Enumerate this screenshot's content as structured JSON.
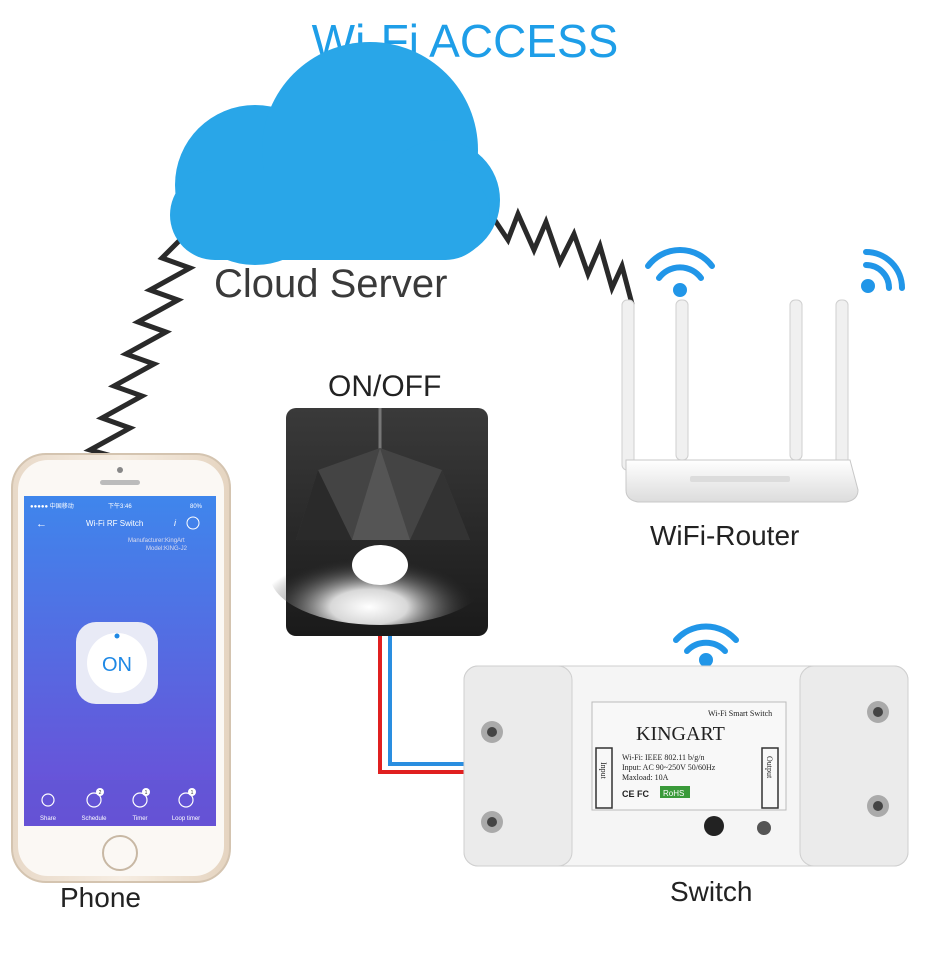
{
  "title": "Wi-Fi ACCESS",
  "labels": {
    "cloud": "Cloud Server",
    "onoff": "ON/OFF",
    "router": "WiFi-Router",
    "phone": "Phone",
    "switch": "Switch"
  },
  "phone_app": {
    "status_left": "●●●●● 中国移动",
    "status_time": "下午3:46",
    "status_battery": "80%",
    "screen_title": "Wi-Fi RF Switch",
    "manufacturer": "Manufacturer:KingArt",
    "model": "Model:KING-J2",
    "power_button": "ON",
    "bottom_nav": [
      {
        "label": "Share",
        "icon": "share-icon"
      },
      {
        "label": "Schedule",
        "icon": "schedule-icon",
        "badge": "2"
      },
      {
        "label": "Timer",
        "icon": "timer-icon",
        "badge": "1"
      },
      {
        "label": "Loop timer",
        "icon": "loop-timer-icon",
        "badge": "1"
      }
    ]
  },
  "device": {
    "header": "Wi-Fi Smart Switch",
    "brand": "KINGART",
    "spec_wifi": "Wi-Fi: IEEE 802.11 b/g/n",
    "spec_input": "Input: AC 90~250V 50/60Hz",
    "spec_load": "Maxload: 10A",
    "input_terminal": "Input",
    "output_terminal": "Output",
    "cert_ce": "CE FC",
    "cert_rohs": "RoHS"
  },
  "colors": {
    "title": "#1e9ee8",
    "cloud": "#29a6e8",
    "wifi": "#2196e8",
    "phone_screen_top": "#3a7be8",
    "phone_screen_bottom": "#6a4fd8",
    "wire_red": "#e02020",
    "wire_blue": "#2a8ee0"
  }
}
